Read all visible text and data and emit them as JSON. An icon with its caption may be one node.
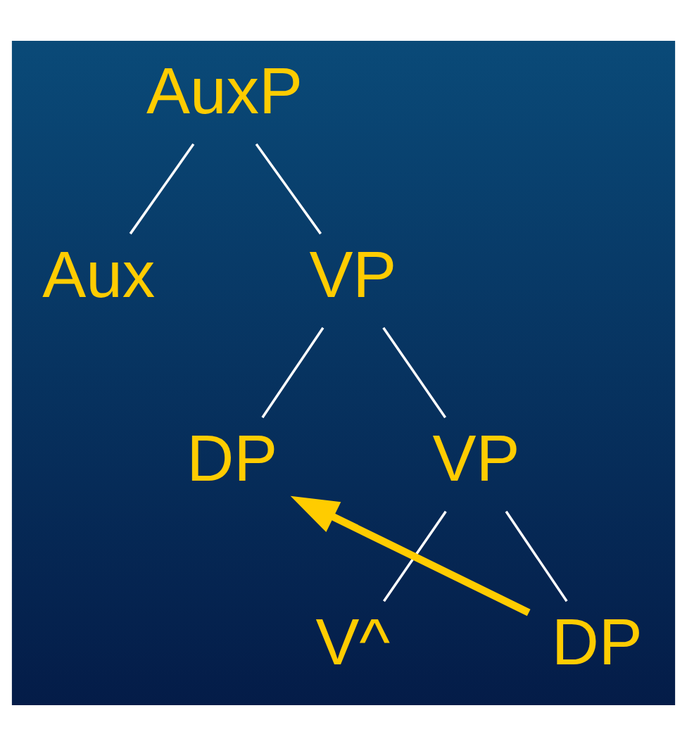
{
  "diagram": {
    "nodes": [
      {
        "text": [
          "AuxP"
        ]
      },
      {
        "text": [
          "Aux"
        ]
      },
      {
        "text": [
          "VP"
        ]
      },
      {
        "text": [
          "DP"
        ]
      },
      {
        "text": [
          "VP"
        ]
      },
      {
        "text": [
          "V^"
        ]
      },
      {
        "text": [
          "DP"
        ]
      }
    ],
    "edges": [
      {
        "from": 0,
        "to": 1,
        "arrow": "none"
      },
      {
        "from": 0,
        "to": 2,
        "arrow": "none"
      },
      {
        "from": 2,
        "to": 3,
        "arrow": "none"
      },
      {
        "from": 2,
        "to": 4,
        "arrow": "none"
      },
      {
        "from": 4,
        "to": 5,
        "arrow": "none"
      },
      {
        "from": 4,
        "to": 6,
        "arrow": "none"
      },
      {
        "from": 6,
        "to": 3,
        "arrow": "to",
        "style": "thick",
        "color": "#ffcc00"
      }
    ]
  }
}
